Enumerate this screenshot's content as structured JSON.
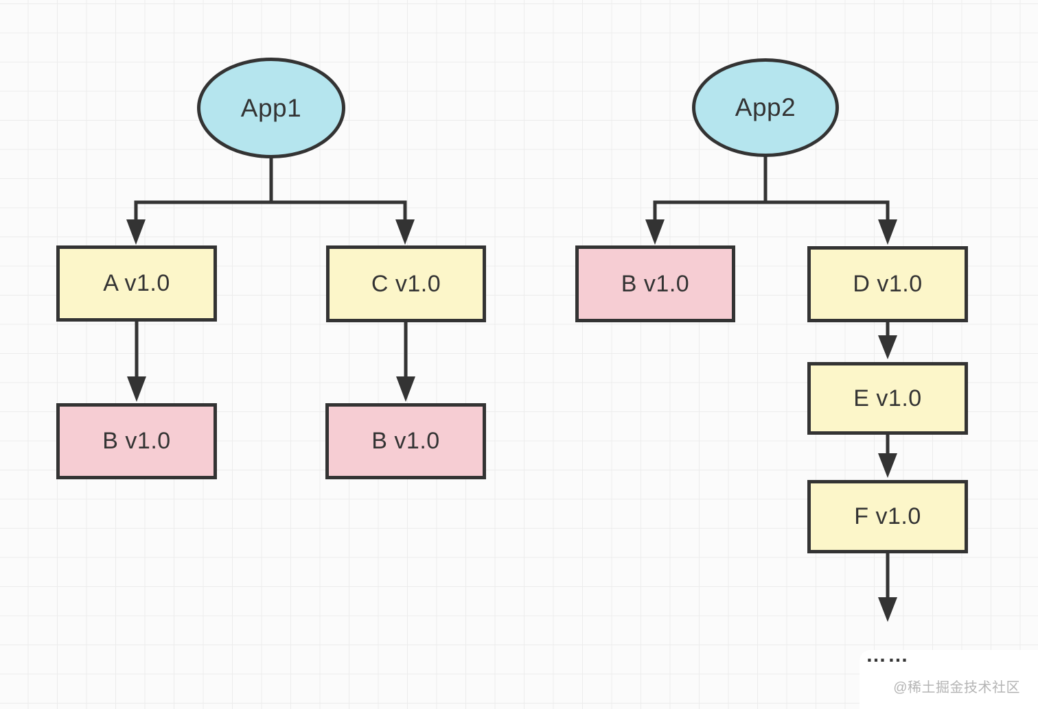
{
  "nodes": {
    "app1": "App1",
    "app2": "App2",
    "a": "A v1.0",
    "c": "C v1.0",
    "b_under_a": "B v1.0",
    "b_under_c": "B v1.0",
    "b_app2": "B v1.0",
    "d": "D v1.0",
    "e": "E v1.0",
    "f": "F v1.0"
  },
  "continuation_ellipsis": "……",
  "watermark": "@稀土掘金技术社区",
  "colors": {
    "app_node_fill": "#b5e5ee",
    "dependency_node_fill": "#fcf6c9",
    "shared_dependency_fill": "#f6cdd3",
    "stroke": "#333333",
    "text": "#333333",
    "watermark_text": "#b4b4b4",
    "grid_line": "#ececec",
    "canvas_background": "#fbfbfb"
  }
}
